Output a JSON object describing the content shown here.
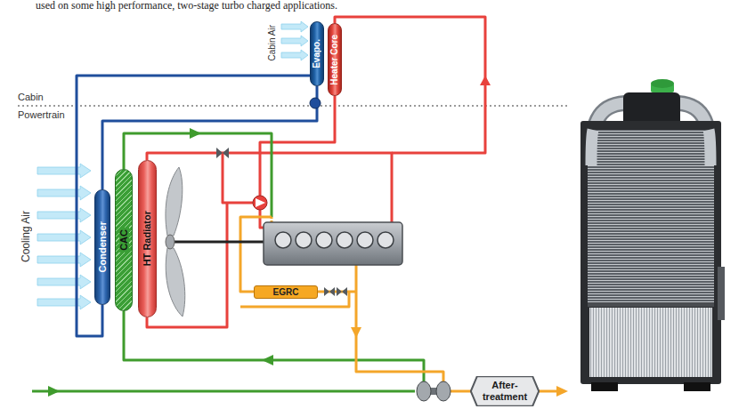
{
  "diagram": {
    "nodes": [
      {
        "text": [
          "Evapo."
        ]
      },
      {
        "text": [
          "Heater Core"
        ]
      },
      {
        "text": [
          "Condenser"
        ]
      },
      {
        "text": [
          "CAC"
        ]
      },
      {
        "text": [
          "HT Radiator"
        ]
      },
      {
        "text": [
          "EGRC"
        ]
      },
      {
        "text": [
          "After- treatment"
        ]
      }
    ],
    "edges": [
      {
        "from": 2,
        "to": 0,
        "arrow": "none"
      },
      {
        "from": 0,
        "to": 2,
        "arrow": "none"
      }
    ],
    "labels": [
      "used on some high performance, two-stage turbo charged applications.",
      "Cabin",
      "Powertrain",
      "Cabin Air",
      "Cooling Air"
    ]
  }
}
